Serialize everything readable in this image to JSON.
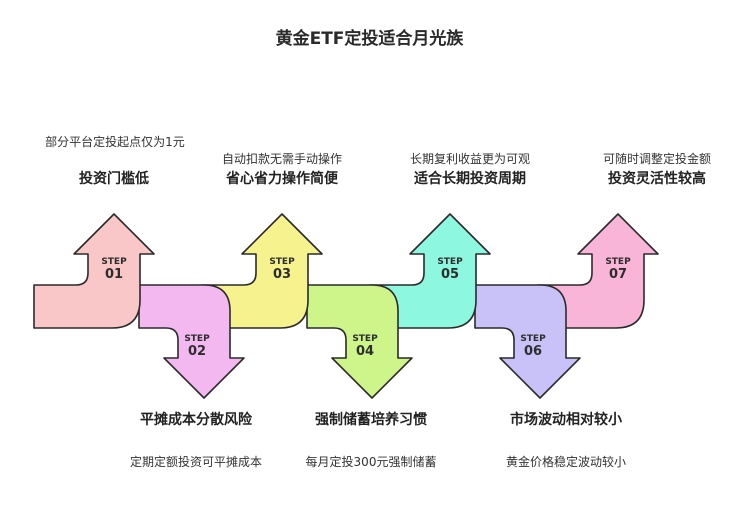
{
  "title": "黄金ETF定投适合月光族",
  "step_word": "STEP",
  "steps": [
    {
      "num": "01",
      "label": "投资门槛低",
      "desc": "部分平台定投起点仅为1元",
      "color": "#f9c7c7"
    },
    {
      "num": "02",
      "label": "平摊成本分散风险",
      "desc": "定期定额投资可平摊成本",
      "color": "#f3b8f0"
    },
    {
      "num": "03",
      "label": "省心省力操作简便",
      "desc": "自动扣款无需手动操作",
      "color": "#f6f38e"
    },
    {
      "num": "04",
      "label": "强制储蓄培养习惯",
      "desc": "每月定投300元强制储蓄",
      "color": "#cdf58a"
    },
    {
      "num": "05",
      "label": "适合长期投资周期",
      "desc": "长期复利收益更为可观",
      "color": "#8ef7e0"
    },
    {
      "num": "06",
      "label": "市场波动相对较小",
      "desc": "黄金价格稳定波动较小",
      "color": "#c9c2f8"
    },
    {
      "num": "07",
      "label": "投资灵活性较高",
      "desc": "可随时调整定投金额",
      "color": "#f9b5d7"
    }
  ]
}
